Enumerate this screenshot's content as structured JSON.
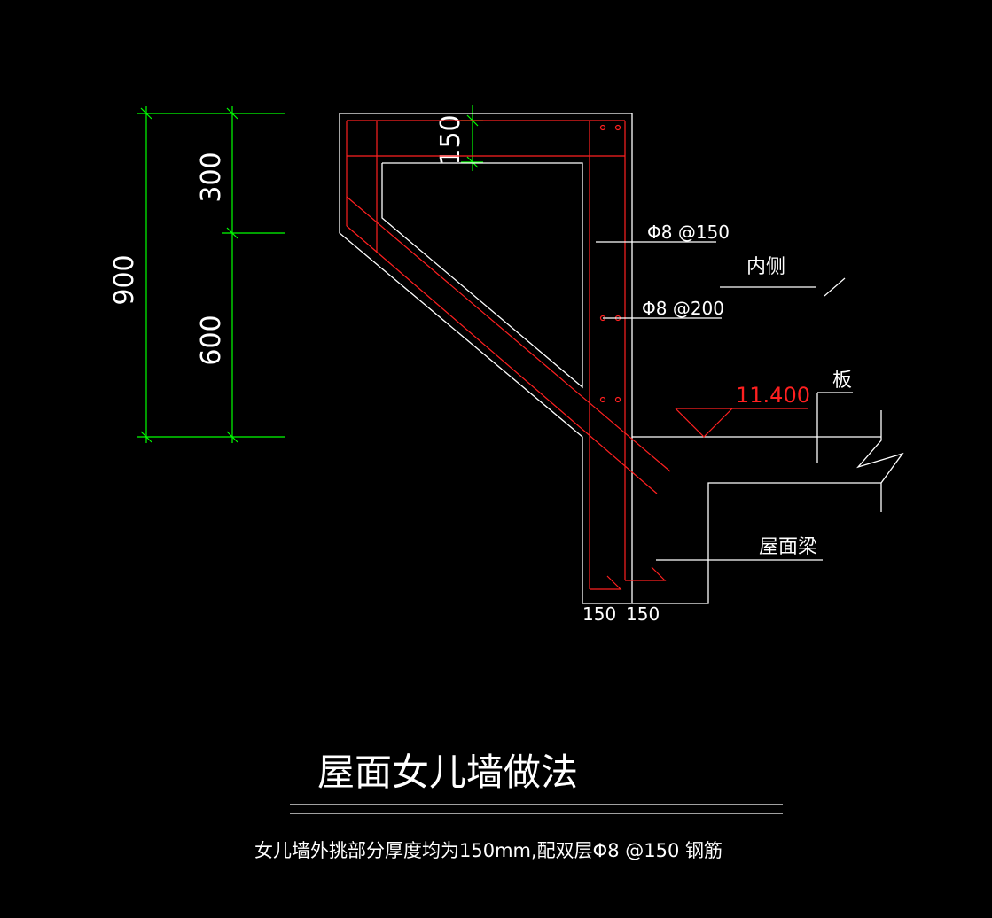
{
  "drawing": {
    "dimensions": {
      "total": "900",
      "upper": "300",
      "lower": "600",
      "thickness": "150",
      "bottom_left": "150",
      "bottom_right": "150"
    },
    "rebar": {
      "label_1": "Φ8 @150",
      "label_2": "Φ8 @200"
    },
    "labels": {
      "inner_side": "内侧",
      "slab": "板",
      "roof_beam": "屋面梁"
    },
    "elevation": "11.400",
    "title": "屋面女儿墙做法",
    "note": "女儿墙外挑部分厚度均为150mm,配双层Φ8 @150 钢筋"
  },
  "colors": {
    "background": "#000000",
    "outline": "#ffffff",
    "rebar": "#ff2020",
    "dimension": "#00ff00"
  }
}
